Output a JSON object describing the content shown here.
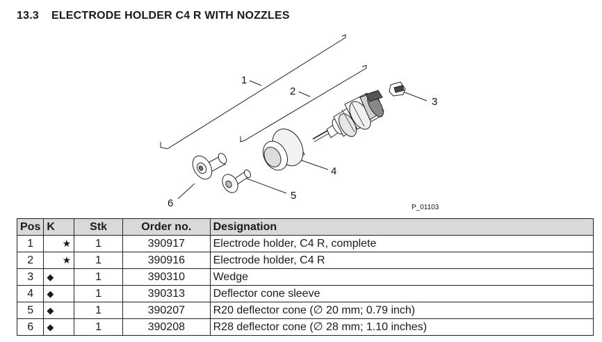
{
  "header": {
    "section": "13.3",
    "title": "ELECTRODE HOLDER C4 R WITH NOZZLES"
  },
  "figure": {
    "callouts": [
      "1",
      "2",
      "3",
      "4",
      "5",
      "6"
    ],
    "reference": "P_01103"
  },
  "table": {
    "columns": [
      "Pos",
      "K",
      "Stk",
      "Order no.",
      "Designation"
    ],
    "rows": [
      {
        "pos": "1",
        "k": "★",
        "stk": "1",
        "order": "390917",
        "designation": "Electrode holder, C4 R, complete"
      },
      {
        "pos": "2",
        "k": "★",
        "stk": "1",
        "order": "390916",
        "designation": "Electrode holder, C4 R"
      },
      {
        "pos": "3",
        "k": "◆",
        "stk": "1",
        "order": "390310",
        "designation": "Wedge"
      },
      {
        "pos": "4",
        "k": "◆",
        "stk": "1",
        "order": "390313",
        "designation": "Deflector cone sleeve"
      },
      {
        "pos": "5",
        "k": "◆",
        "stk": "1",
        "order": "390207",
        "designation": "R20 deflector cone (∅ 20 mm; 0.79 inch)"
      },
      {
        "pos": "6",
        "k": "◆",
        "stk": "1",
        "order": "390208",
        "designation": "R28 deflector cone (∅ 28 mm; 1.10 inches)"
      }
    ]
  }
}
